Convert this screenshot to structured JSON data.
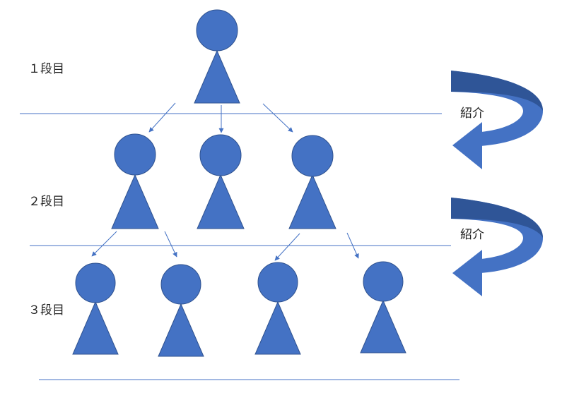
{
  "tiers": [
    {
      "label": "１段目",
      "members": 1
    },
    {
      "label": "２段目",
      "members": 3
    },
    {
      "label": "３段目",
      "members": 4
    }
  ],
  "introductions": [
    {
      "label": "紹介"
    },
    {
      "label": "紹介"
    }
  ],
  "colors": {
    "figure": "#4472c4",
    "figure_outline": "#2f528f",
    "line": "#4472c4",
    "curved_arrow": "#4472c4",
    "curved_arrow_dark": "#2f5597",
    "text": "#222222"
  }
}
